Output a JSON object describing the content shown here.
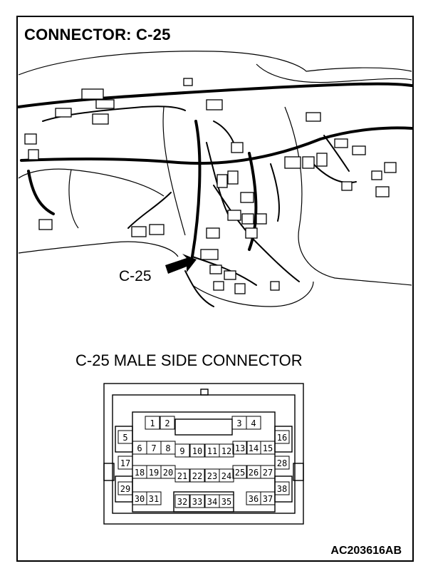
{
  "title": "CONNECTOR: C-25",
  "callout_label": "C-25",
  "connector_title": "C-25 MALE SIDE CONNECTOR",
  "figure_code": "AC203616AB",
  "pins": [
    {
      "label": "1"
    },
    {
      "label": "2"
    },
    {
      "label": "3"
    },
    {
      "label": "4"
    },
    {
      "label": "5"
    },
    {
      "label": "16"
    },
    {
      "label": "6"
    },
    {
      "label": "7"
    },
    {
      "label": "8"
    },
    {
      "label": "9"
    },
    {
      "label": "10"
    },
    {
      "label": "11"
    },
    {
      "label": "12"
    },
    {
      "label": "13"
    },
    {
      "label": "14"
    },
    {
      "label": "15"
    },
    {
      "label": "17"
    },
    {
      "label": "28"
    },
    {
      "label": "18"
    },
    {
      "label": "19"
    },
    {
      "label": "20"
    },
    {
      "label": "21"
    },
    {
      "label": "22"
    },
    {
      "label": "23"
    },
    {
      "label": "24"
    },
    {
      "label": "25"
    },
    {
      "label": "26"
    },
    {
      "label": "27"
    },
    {
      "label": "29"
    },
    {
      "label": "38"
    },
    {
      "label": "30"
    },
    {
      "label": "31"
    },
    {
      "label": "32"
    },
    {
      "label": "33"
    },
    {
      "label": "34"
    },
    {
      "label": "35"
    },
    {
      "label": "36"
    },
    {
      "label": "37"
    }
  ]
}
